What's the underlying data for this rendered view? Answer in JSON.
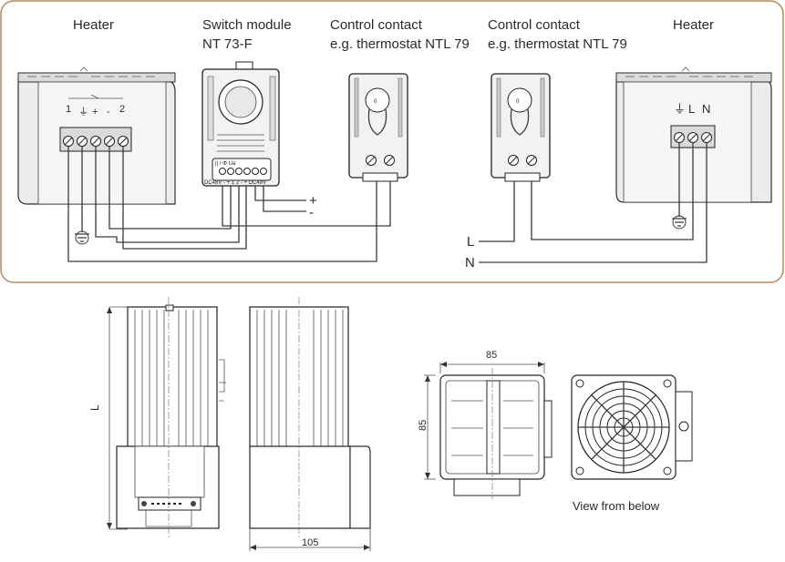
{
  "wiring_diagram": {
    "labels": {
      "heater_left": "Heater",
      "switch_module_line1": "Switch module",
      "switch_module_line2": "NT 73-F",
      "control_contact_1_line1": "Control contact",
      "control_contact_1_line2": "e.g. thermostat NTL 79",
      "control_contact_2_line1": "Control contact",
      "control_contact_2_line2": "e.g. thermostat NTL 79",
      "heater_right": "Heater"
    },
    "left_heater_terminals": [
      "1",
      "⏚",
      "+",
      "-",
      "2"
    ],
    "right_heater_terminals": [
      "⏚",
      "L",
      "N"
    ],
    "switch_module_terminals": "DC48V  -  +  1  2  -  +  DC48V",
    "switch_module_panel": "|| / Φ      Ua",
    "polarity_plus": "+",
    "polarity_minus": "-",
    "line_L": "L",
    "line_N": "N"
  },
  "dimensions": {
    "length_label": "L",
    "depth_label": "105",
    "width_label": "85",
    "height_label": "85",
    "view_caption": "View from below"
  }
}
